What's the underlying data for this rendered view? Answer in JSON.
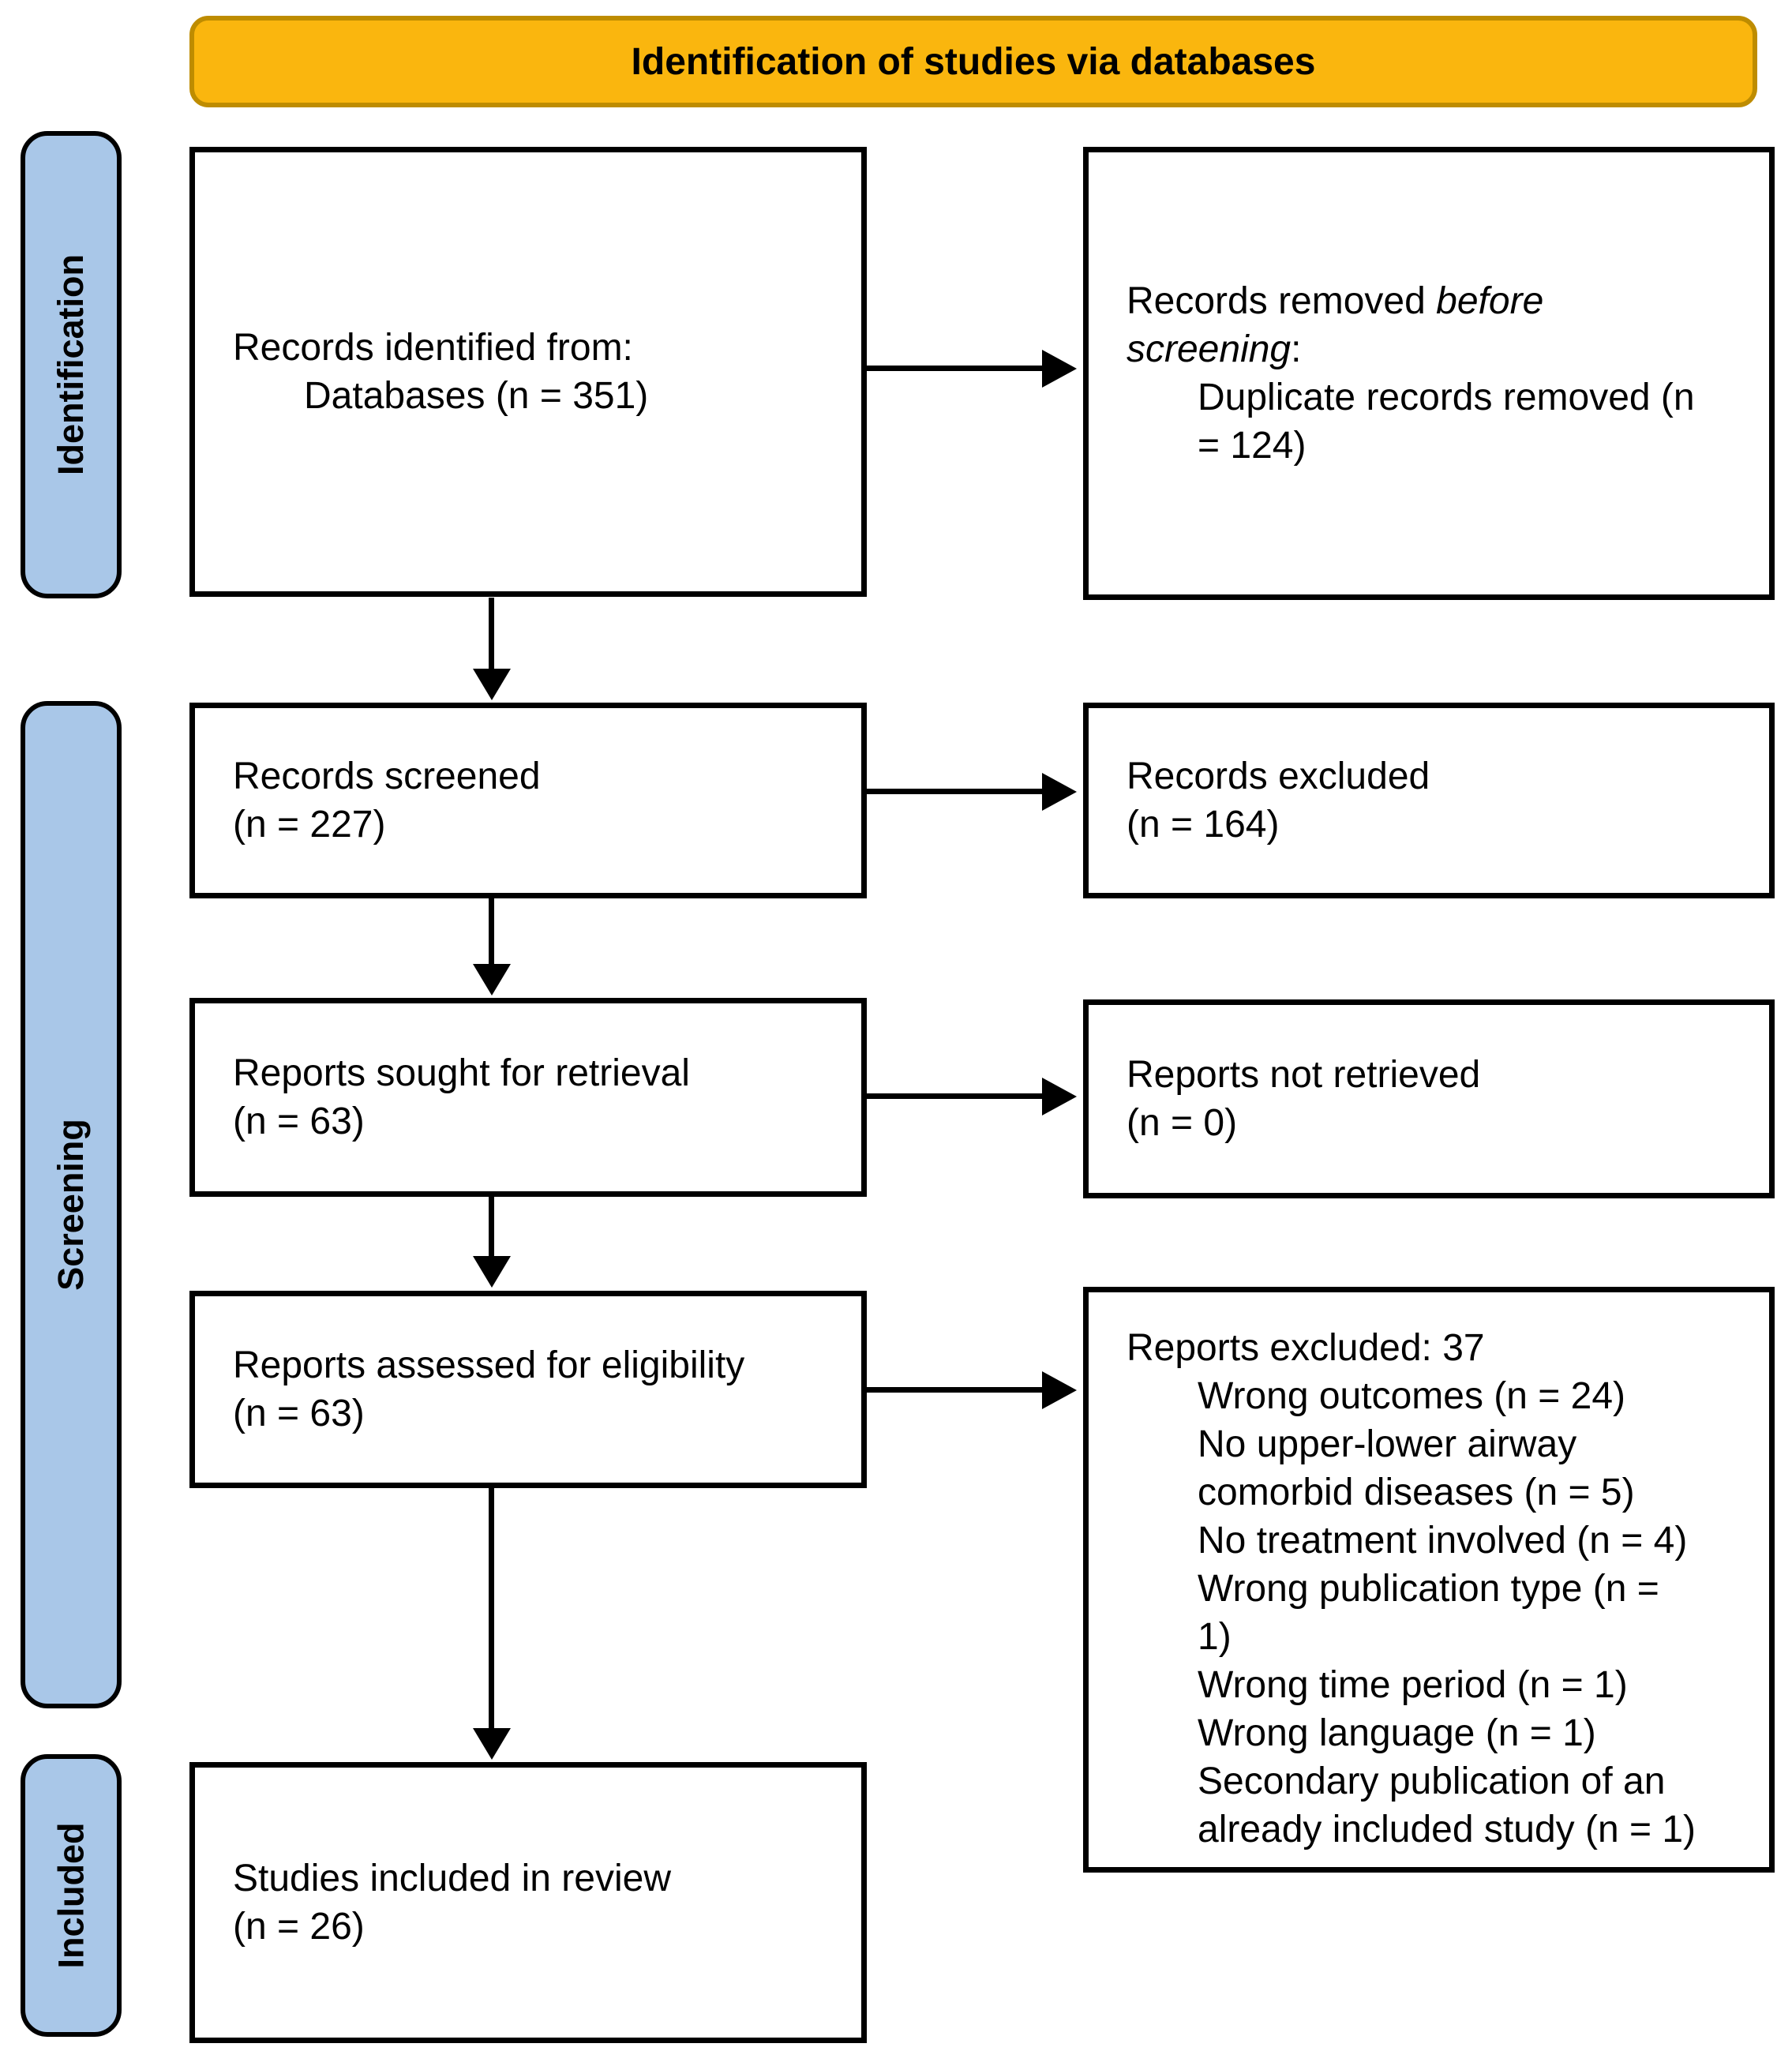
{
  "banner": {
    "label": "Identification of studies via databases"
  },
  "sidebar": {
    "identification_label": "Identification",
    "screening_label": "Screening",
    "included_label": "Included"
  },
  "colors": {
    "banner_bg": "#FAB60E",
    "banner_border": "#BE8C00",
    "stage_bg": "#A9C7E8",
    "line_color": "#000000",
    "text_color": "#000000"
  },
  "boxes": {
    "records_identified": {
      "lines": [
        {
          "text": "Records identified from:"
        },
        {
          "text": "Databases (n = 351)",
          "indent": 1
        }
      ]
    },
    "records_removed_before_screening": {
      "lines": [
        {
          "segments": [
            {
              "text": "Records removed "
            },
            {
              "text": "before",
              "italic": true
            }
          ]
        },
        {
          "segments": [
            {
              "text": "screening",
              "italic": true
            },
            {
              "text": ":"
            }
          ]
        },
        {
          "text": "Duplicate records removed (n",
          "indent": 1
        },
        {
          "text": "= 124)",
          "indent": 1
        }
      ]
    },
    "records_screened": {
      "lines": [
        {
          "text": "Records screened"
        },
        {
          "text": "(n = 227)"
        }
      ]
    },
    "records_excluded": {
      "lines": [
        {
          "text": "Records excluded"
        },
        {
          "text": "(n = 164)"
        }
      ]
    },
    "reports_sought": {
      "lines": [
        {
          "text": "Reports sought for retrieval"
        },
        {
          "text": "(n = 63)"
        }
      ]
    },
    "reports_not_retrieved": {
      "lines": [
        {
          "text": "Reports not retrieved"
        },
        {
          "text": "(n = 0)"
        }
      ]
    },
    "reports_assessed": {
      "lines": [
        {
          "text": "Reports assessed for eligibility"
        },
        {
          "text": "(n = 63)"
        }
      ]
    },
    "reports_excluded_reasons": {
      "lines": [
        {
          "text": "Reports excluded: 37"
        },
        {
          "text": "Wrong outcomes (n = 24)",
          "indent": 1
        },
        {
          "text": "No upper-lower airway",
          "indent": 1
        },
        {
          "text": "comorbid diseases (n = 5)",
          "indent": 1
        },
        {
          "text": "No treatment involved (n = 4)",
          "indent": 1
        },
        {
          "text": "Wrong publication type (n =",
          "indent": 1
        },
        {
          "text": "1)",
          "indent": 1
        },
        {
          "text": "Wrong time period (n = 1)",
          "indent": 1
        },
        {
          "text": "Wrong language (n = 1)",
          "indent": 1
        },
        {
          "text": "Secondary publication of an",
          "indent": 1
        },
        {
          "text": "already included study (n = 1)",
          "indent": 1
        }
      ]
    },
    "studies_included": {
      "lines": [
        {
          "text": "Studies included in review"
        },
        {
          "text": "(n = 26)"
        }
      ]
    }
  }
}
